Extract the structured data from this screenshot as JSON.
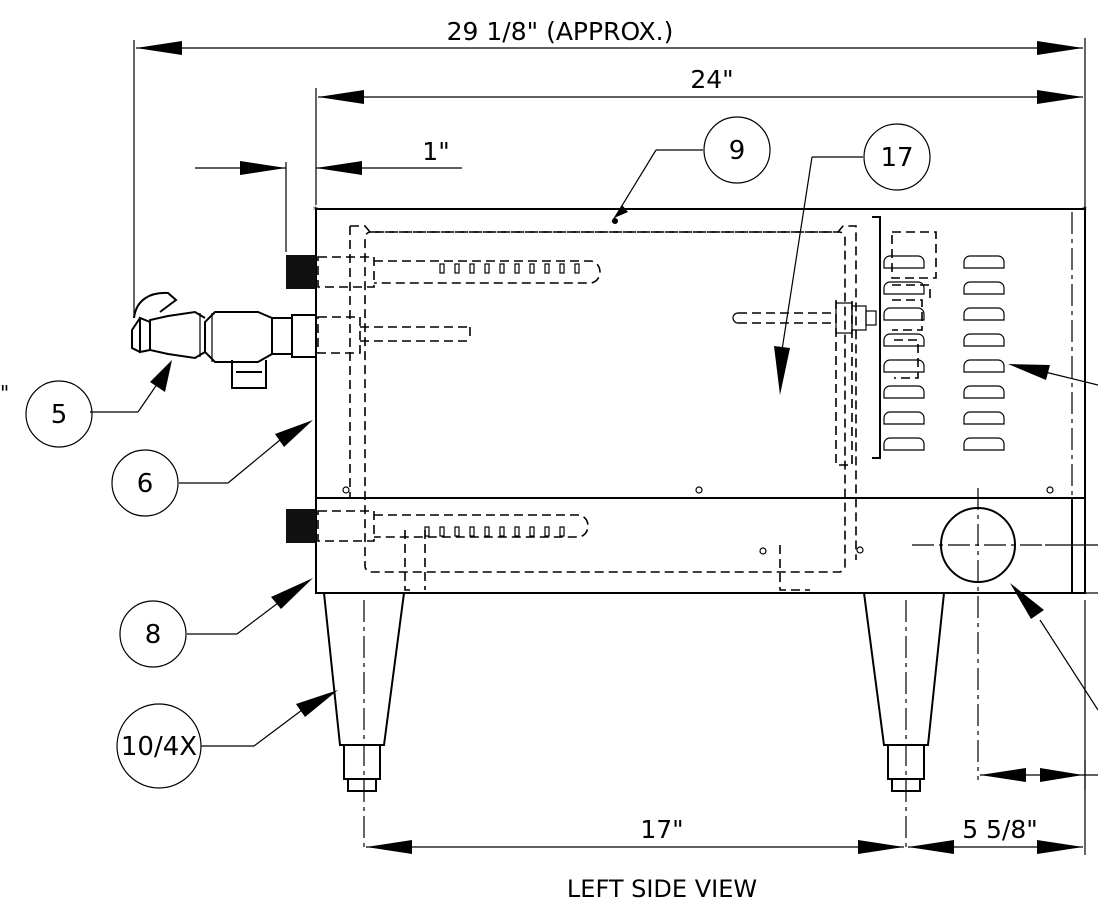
{
  "dimensions": {
    "overall_width": "29 1/8\" (APPROX.)",
    "body_width": "24\"",
    "offset": "1\"",
    "leg_spacing": "17\"",
    "leg_to_edge": "5 5/8\""
  },
  "balloons": {
    "b5": "5",
    "b6": "6",
    "b8": "8",
    "b9": "9",
    "b10": "10/4X",
    "b17": "17"
  },
  "view_title": "LEFT SIDE VIEW"
}
